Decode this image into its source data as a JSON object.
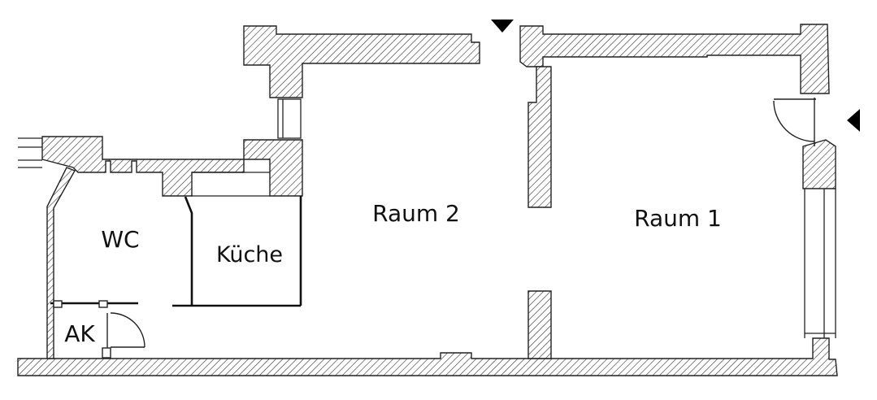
{
  "labels": {
    "raum1": "Raum 1",
    "raum2": "Raum 2",
    "wc": "WC",
    "kueche": "Küche",
    "ak": "AK"
  },
  "entrances": [
    "entrance-top",
    "entrance-right"
  ],
  "colors": {
    "wall_line": "#222222",
    "hatch": "#333333",
    "background": "#ffffff",
    "marker": "#000000"
  }
}
